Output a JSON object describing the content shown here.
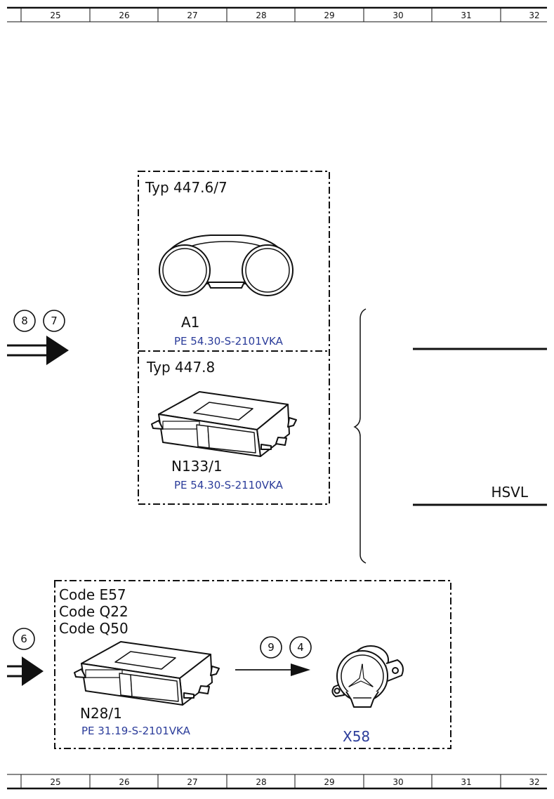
{
  "ruler": {
    "columns": [
      "25",
      "26",
      "27",
      "28",
      "29",
      "30",
      "31",
      "32"
    ]
  },
  "box_upper": {
    "section_a": {
      "title": "Typ 447.6/7",
      "component": "A1",
      "ref": "PE 54.30-S-2101VKA",
      "icon": "instrument-cluster-icon"
    },
    "section_b": {
      "title": "Typ 447.8",
      "component": "N133/1",
      "ref": "PE 54.30-S-2110VKA",
      "icon": "control-unit-icon"
    }
  },
  "left_connector_top": {
    "refs": [
      "8",
      "7"
    ]
  },
  "bus": {
    "label": "HSVL"
  },
  "box_lower": {
    "codes": [
      "Code E57",
      "Code Q22",
      "Code Q50"
    ],
    "component": "N28/1",
    "ref": "PE 31.19-S-2101VKA",
    "arrow_refs": [
      "9",
      "4"
    ],
    "socket": "X58",
    "icons": [
      "control-unit-icon",
      "trailer-socket-icon"
    ]
  },
  "left_connector_bottom": {
    "refs": [
      "6"
    ]
  },
  "colors": {
    "ink": "#111111",
    "reference_blue": "#2b3c9a"
  }
}
